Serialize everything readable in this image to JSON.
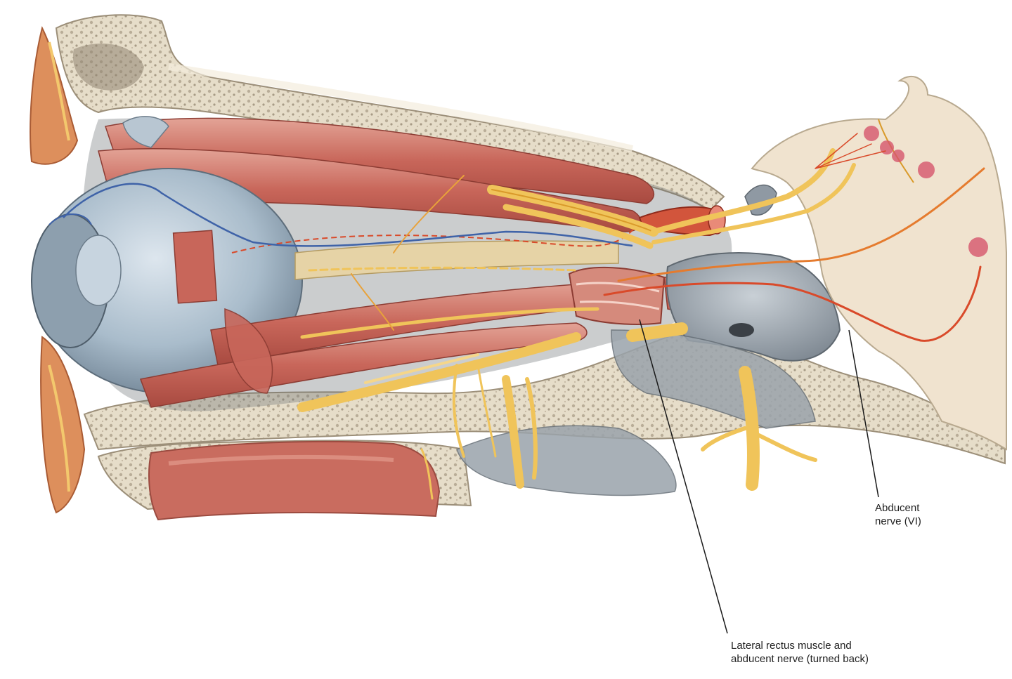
{
  "labels": {
    "abducent": {
      "line1": "Abducent",
      "line2": "nerve (VI)"
    },
    "lateral_rectus": {
      "line1": "Lateral rectus muscle and",
      "line2": "abducent nerve (turned back)"
    }
  },
  "colors": {
    "background": "#ffffff",
    "bone": "#e6ddc9",
    "bone_marrow": "#b9ad98",
    "muscle": "#c8665a",
    "muscle_light": "#de9a8d",
    "nerve": "#f0c45a",
    "nerve_dark": "#d99a2a",
    "artery": "#d94a2a",
    "vein": "#3f63a8",
    "globe": "#a9bccb",
    "dura": "#8f99a3",
    "brainstem": "#f0e3cf",
    "nucleus": "#d6556b",
    "leader": "#1a1a1a"
  }
}
